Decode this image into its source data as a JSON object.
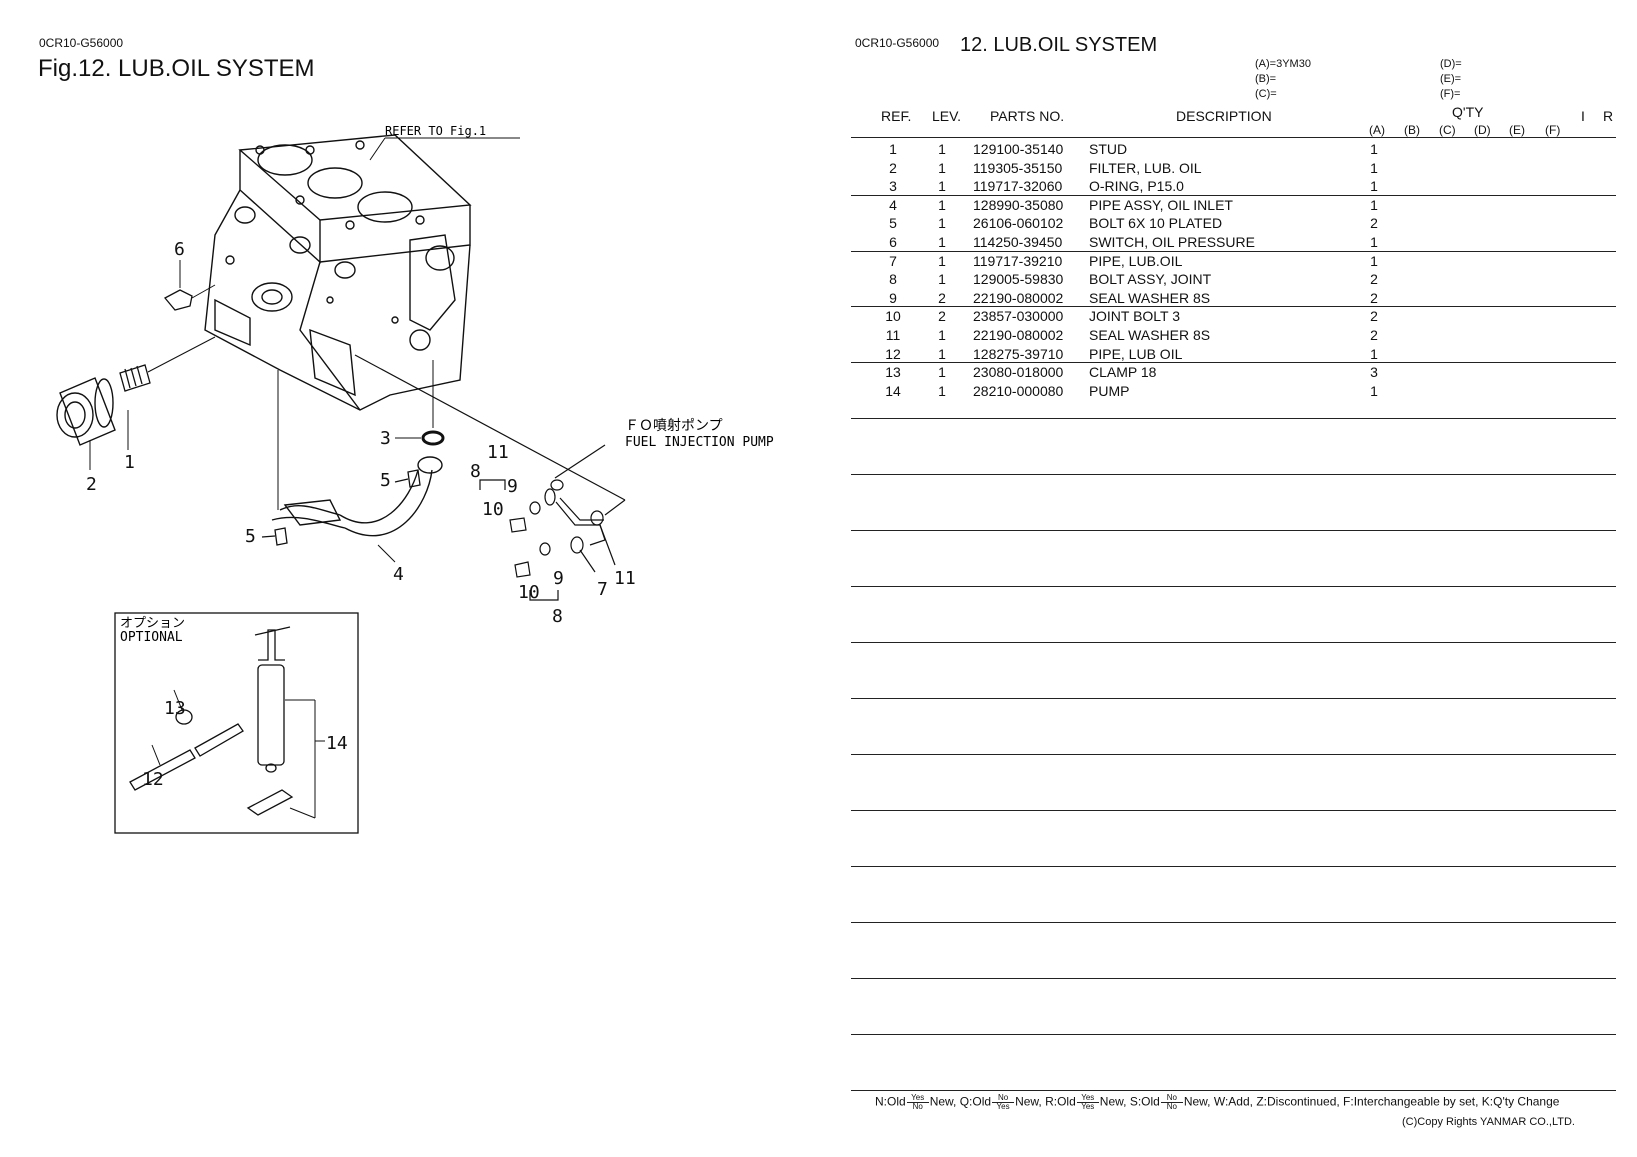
{
  "left": {
    "code": "0CR10-G56000",
    "title": "Fig.12.  LUB.OIL SYSTEM"
  },
  "diagram": {
    "refer": "REFER TO Fig.1",
    "fo_jp": "ＦＯ噴射ポンプ",
    "fo_en": "FUEL INJECTION PUMP",
    "opt_jp": "オプション",
    "opt_en": "OPTIONAL",
    "callouts": [
      "1",
      "2",
      "3",
      "4",
      "5",
      "5",
      "6",
      "7",
      "8",
      "8",
      "9",
      "9",
      "10",
      "10",
      "11",
      "11",
      "12",
      "13",
      "14"
    ]
  },
  "right": {
    "code": "0CR10-G56000",
    "title": "12.  LUB.OIL SYSTEM",
    "models": {
      "a": "(A)=3YM30",
      "b": "(B)=",
      "c": "(C)=",
      "d": "(D)=",
      "e": "(E)=",
      "f": "(F)="
    },
    "headers": {
      "ref": "REF.",
      "lev": "LEV.",
      "parts": "PARTS NO.",
      "desc": "DESCRIPTION",
      "qty": "Q'TY",
      "i": "I",
      "r": "R",
      "cols": [
        "(A)",
        "(B)",
        "(C)",
        "(D)",
        "(E)",
        "(F)"
      ]
    },
    "rows": [
      {
        "ref": "1",
        "lev": "1",
        "part": "129100-35140",
        "desc": "STUD",
        "qa": "1"
      },
      {
        "ref": "2",
        "lev": "1",
        "part": "119305-35150",
        "desc": "FILTER, LUB. OIL",
        "qa": "1"
      },
      {
        "ref": "3",
        "lev": "1",
        "part": "119717-32060",
        "desc": "O-RING, P15.0",
        "qa": "1"
      },
      {
        "ref": "4",
        "lev": "1",
        "part": "128990-35080",
        "desc": "PIPE ASSY, OIL INLET",
        "qa": "1"
      },
      {
        "ref": "5",
        "lev": "1",
        "part": "26106-060102",
        "desc": "BOLT 6X 10 PLATED",
        "qa": "2"
      },
      {
        "ref": "6",
        "lev": "1",
        "part": "114250-39450",
        "desc": "SWITCH, OIL PRESSURE",
        "qa": "1"
      },
      {
        "ref": "7",
        "lev": "1",
        "part": "119717-39210",
        "desc": "PIPE, LUB.OIL",
        "qa": "1"
      },
      {
        "ref": "8",
        "lev": "1",
        "part": "129005-59830",
        "desc": "BOLT ASSY, JOINT",
        "qa": "2"
      },
      {
        "ref": "9",
        "lev": "2",
        "part": "22190-080002",
        "desc": "SEAL WASHER  8S",
        "qa": "2"
      },
      {
        "ref": "10",
        "lev": "2",
        "part": "23857-030000",
        "desc": "JOINT BOLT  3",
        "qa": "2"
      },
      {
        "ref": "11",
        "lev": "1",
        "part": "22190-080002",
        "desc": "SEAL WASHER  8S",
        "qa": "2"
      },
      {
        "ref": "12",
        "lev": "1",
        "part": "128275-39710",
        "desc": "PIPE, LUB OIL",
        "qa": "1"
      },
      {
        "ref": "13",
        "lev": "1",
        "part": "23080-018000",
        "desc": "CLAMP 18",
        "qa": "3"
      },
      {
        "ref": "14",
        "lev": "1",
        "part": "28210-000080",
        "desc": "PUMP",
        "qa": "1"
      }
    ],
    "legend": {
      "n": "N:Old",
      "n_new": "New,",
      "q": "Q:Old",
      "q_new": "New,",
      "r": "R:Old",
      "r_new": "New,",
      "s": "S:Old",
      "s_new": "New,",
      "yes": "Yes",
      "no": "No",
      "rest": "W:Add, Z:Discontinued, F:Interchangeable by set, K:Q'ty Change"
    },
    "copyright": "(C)Copy Rights YANMAR CO.,LTD."
  }
}
